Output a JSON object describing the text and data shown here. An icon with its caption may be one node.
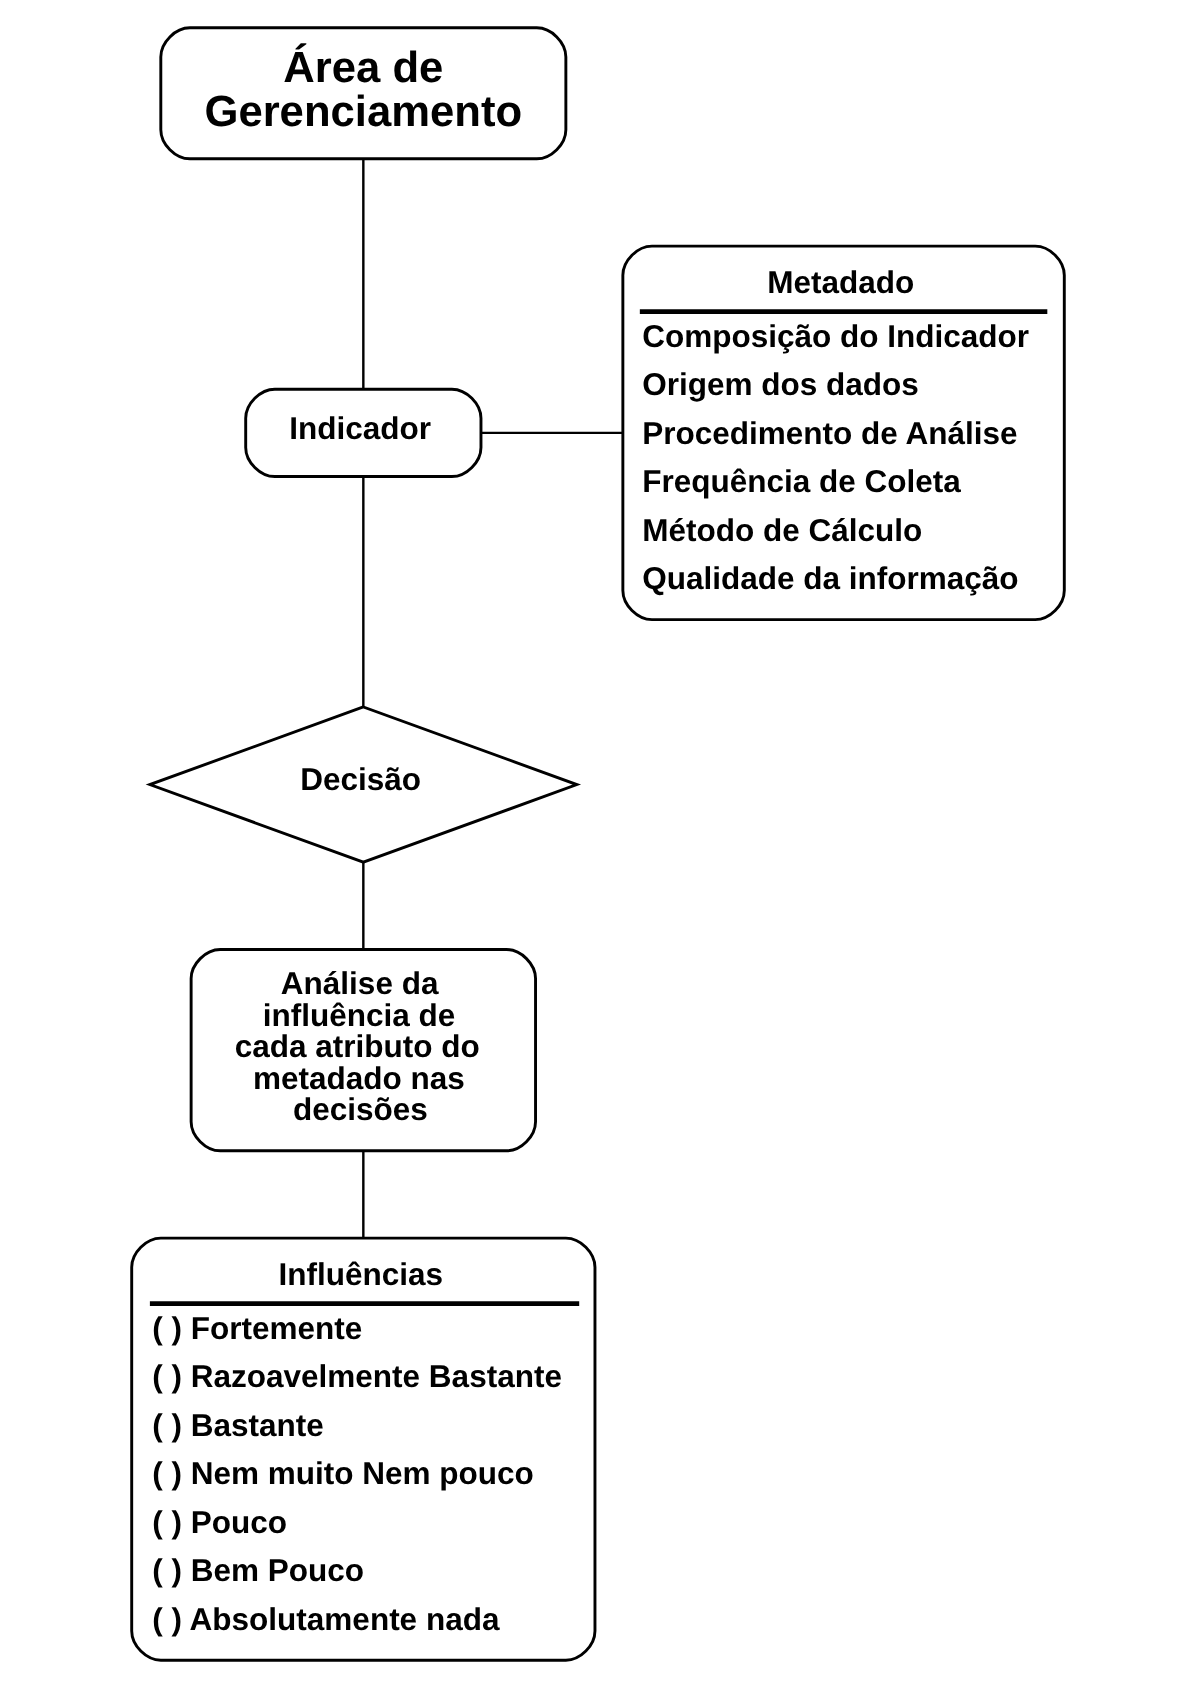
{
  "diagram": {
    "nodes": [
      {
        "text": [
          "Área de Gerenciamento"
        ]
      },
      {
        "text": [
          "Indicador"
        ]
      },
      {
        "text": [
          "Metadado",
          "Composição do Indicador",
          "Origem dos dados",
          "Procedimento de Análise",
          "Frequência de Coleta",
          "Método de Cálculo",
          "Qualidade da informação"
        ]
      },
      {
        "text": [
          "Decisão"
        ]
      },
      {
        "text": [
          "Análise da influência de cada atributo do metadado nas decisões"
        ]
      },
      {
        "text": [
          "Influências",
          "( ) Fortemente",
          "( ) Razoavelmente Bastante",
          "( ) Bastante",
          "( ) Nem muito Nem pouco",
          "( ) Pouco",
          "( ) Bem Pouco",
          "( ) Absolutamente nada"
        ]
      }
    ],
    "edges": [
      {
        "from": 0,
        "to": 1,
        "arrow": "none"
      },
      {
        "from": 1,
        "to": 2,
        "arrow": "none"
      },
      {
        "from": 1,
        "to": 3,
        "arrow": "none"
      },
      {
        "from": 3,
        "to": 4,
        "arrow": "none"
      },
      {
        "from": 4,
        "to": 5,
        "arrow": "none"
      }
    ]
  }
}
